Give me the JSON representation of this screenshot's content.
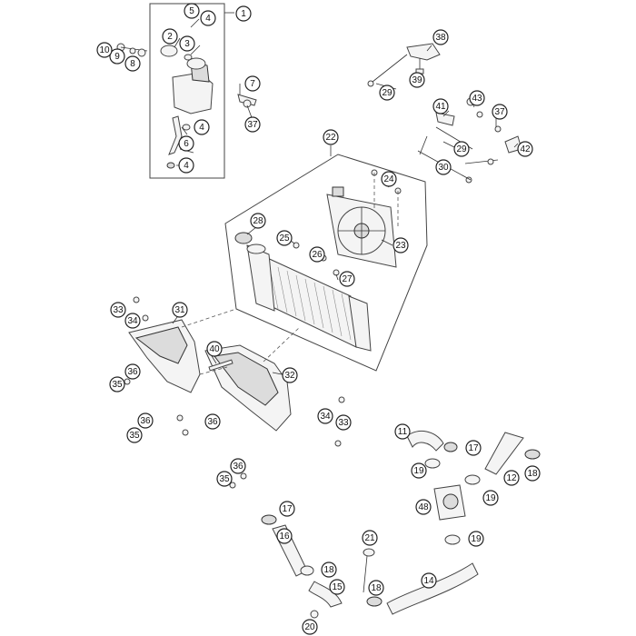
{
  "diagram": {
    "callouts": [
      {
        "id": "c1",
        "label": "1"
      },
      {
        "id": "c2",
        "label": "2"
      },
      {
        "id": "c3",
        "label": "3"
      },
      {
        "id": "c4a",
        "label": "4"
      },
      {
        "id": "c4b",
        "label": "4"
      },
      {
        "id": "c4c",
        "label": "4"
      },
      {
        "id": "c5",
        "label": "5"
      },
      {
        "id": "c6",
        "label": "6"
      },
      {
        "id": "c7",
        "label": "7"
      },
      {
        "id": "c8",
        "label": "8"
      },
      {
        "id": "c9",
        "label": "9"
      },
      {
        "id": "c10",
        "label": "10"
      },
      {
        "id": "c11",
        "label": "11"
      },
      {
        "id": "c12",
        "label": "12"
      },
      {
        "id": "c14",
        "label": "14"
      },
      {
        "id": "c15",
        "label": "15"
      },
      {
        "id": "c16",
        "label": "16"
      },
      {
        "id": "c17a",
        "label": "17"
      },
      {
        "id": "c17b",
        "label": "17"
      },
      {
        "id": "c18a",
        "label": "18"
      },
      {
        "id": "c18b",
        "label": "18"
      },
      {
        "id": "c18c",
        "label": "18"
      },
      {
        "id": "c19a",
        "label": "19"
      },
      {
        "id": "c19b",
        "label": "19"
      },
      {
        "id": "c19c",
        "label": "19"
      },
      {
        "id": "c20",
        "label": "20"
      },
      {
        "id": "c21",
        "label": "21"
      },
      {
        "id": "c22",
        "label": "22"
      },
      {
        "id": "c23",
        "label": "23"
      },
      {
        "id": "c24",
        "label": "24"
      },
      {
        "id": "c25",
        "label": "25"
      },
      {
        "id": "c26",
        "label": "26"
      },
      {
        "id": "c27",
        "label": "27"
      },
      {
        "id": "c28",
        "label": "28"
      },
      {
        "id": "c29a",
        "label": "29"
      },
      {
        "id": "c29b",
        "label": "29"
      },
      {
        "id": "c30",
        "label": "30"
      },
      {
        "id": "c31",
        "label": "31"
      },
      {
        "id": "c32",
        "label": "32"
      },
      {
        "id": "c33a",
        "label": "33"
      },
      {
        "id": "c33b",
        "label": "33"
      },
      {
        "id": "c34a",
        "label": "34"
      },
      {
        "id": "c34b",
        "label": "34"
      },
      {
        "id": "c35a",
        "label": "35"
      },
      {
        "id": "c35b",
        "label": "35"
      },
      {
        "id": "c35c",
        "label": "35"
      },
      {
        "id": "c36a",
        "label": "36"
      },
      {
        "id": "c36b",
        "label": "36"
      },
      {
        "id": "c36c",
        "label": "36"
      },
      {
        "id": "c36d",
        "label": "36"
      },
      {
        "id": "c37a",
        "label": "37"
      },
      {
        "id": "c37b",
        "label": "37"
      },
      {
        "id": "c38",
        "label": "38"
      },
      {
        "id": "c39",
        "label": "39"
      },
      {
        "id": "c40",
        "label": "40"
      },
      {
        "id": "c41",
        "label": "41"
      },
      {
        "id": "c42",
        "label": "42"
      },
      {
        "id": "c43",
        "label": "43"
      },
      {
        "id": "c48",
        "label": "48"
      }
    ]
  }
}
